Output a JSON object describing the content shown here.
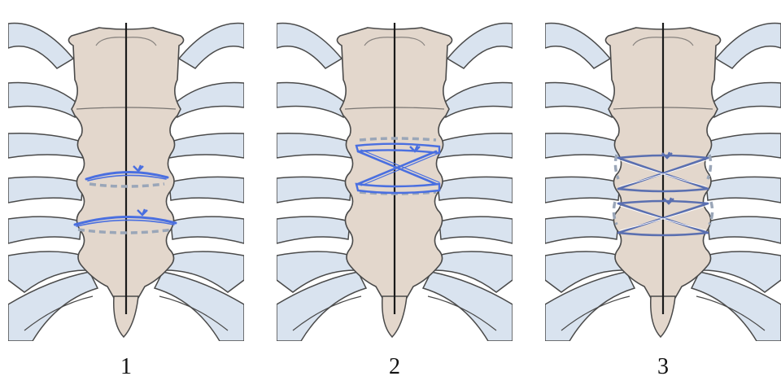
{
  "panels": [
    {
      "label": "1",
      "technique": "two-circumferential-wires"
    },
    {
      "label": "2",
      "technique": "figure-of-eight-wire"
    },
    {
      "label": "3",
      "technique": "two-figure-of-eight-wires-through-ribs"
    }
  ],
  "colors": {
    "bone_fill": "#e3d7cc",
    "rib_fill": "#d9e3ef",
    "outline": "#4a4a4a",
    "incision": "#1a1a1a",
    "wire_blue": "#4a6fe0",
    "wire_steel": "#5a6fb0",
    "dashed_wire": "#9aa6b8"
  }
}
